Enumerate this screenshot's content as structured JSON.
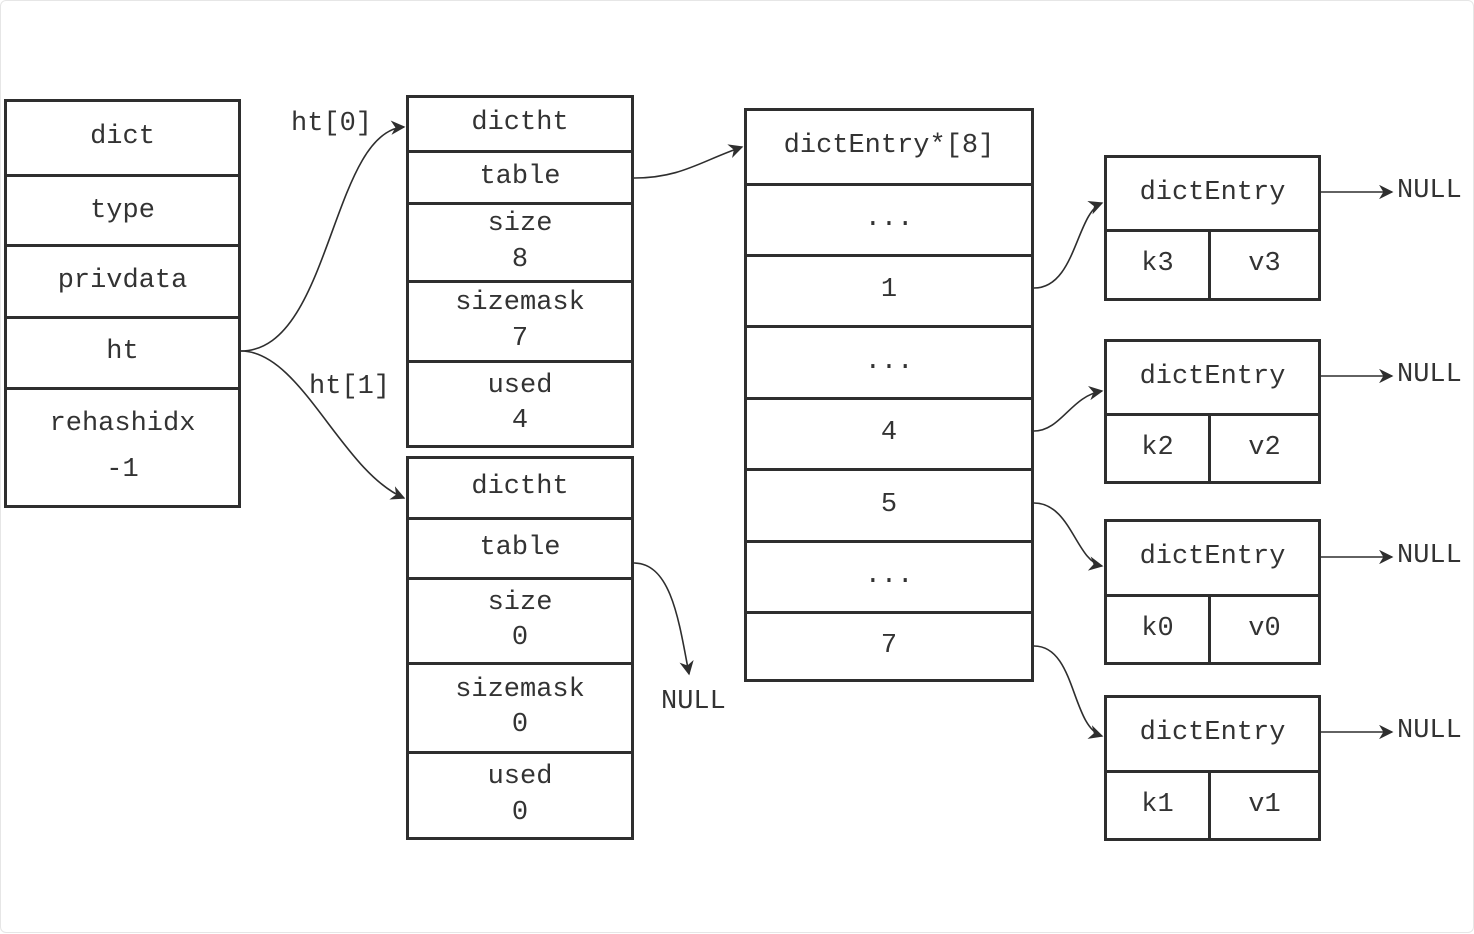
{
  "dict": {
    "title": "dict",
    "fields": [
      "type",
      "privdata",
      "ht"
    ],
    "rehashidx_label": "rehashidx",
    "rehashidx_value": "-1"
  },
  "ht_labels": [
    "ht[0]",
    "ht[1]"
  ],
  "ht0": {
    "title": "dictht",
    "table": "table",
    "size_label": "size",
    "size_value": "8",
    "sizemask_label": "sizemask",
    "sizemask_value": "7",
    "used_label": "used",
    "used_value": "4"
  },
  "ht1": {
    "title": "dictht",
    "table": "table",
    "size_label": "size",
    "size_value": "0",
    "sizemask_label": "sizemask",
    "sizemask_value": "0",
    "used_label": "used",
    "used_value": "0"
  },
  "ht1_null": "NULL",
  "bucket_array": {
    "title": "dictEntry*[8]",
    "slots": [
      "...",
      "1",
      "...",
      "4",
      "5",
      "...",
      "7"
    ]
  },
  "entries": [
    {
      "title": "dictEntry",
      "key": "k3",
      "value": "v3",
      "next": "NULL"
    },
    {
      "title": "dictEntry",
      "key": "k2",
      "value": "v2",
      "next": "NULL"
    },
    {
      "title": "dictEntry",
      "key": "k0",
      "value": "v0",
      "next": "NULL"
    },
    {
      "title": "dictEntry",
      "key": "k1",
      "value": "v1",
      "next": "NULL"
    }
  ],
  "colors": {
    "stroke": "#2e2e2e",
    "text": "#333333",
    "background": "#ffffff"
  }
}
